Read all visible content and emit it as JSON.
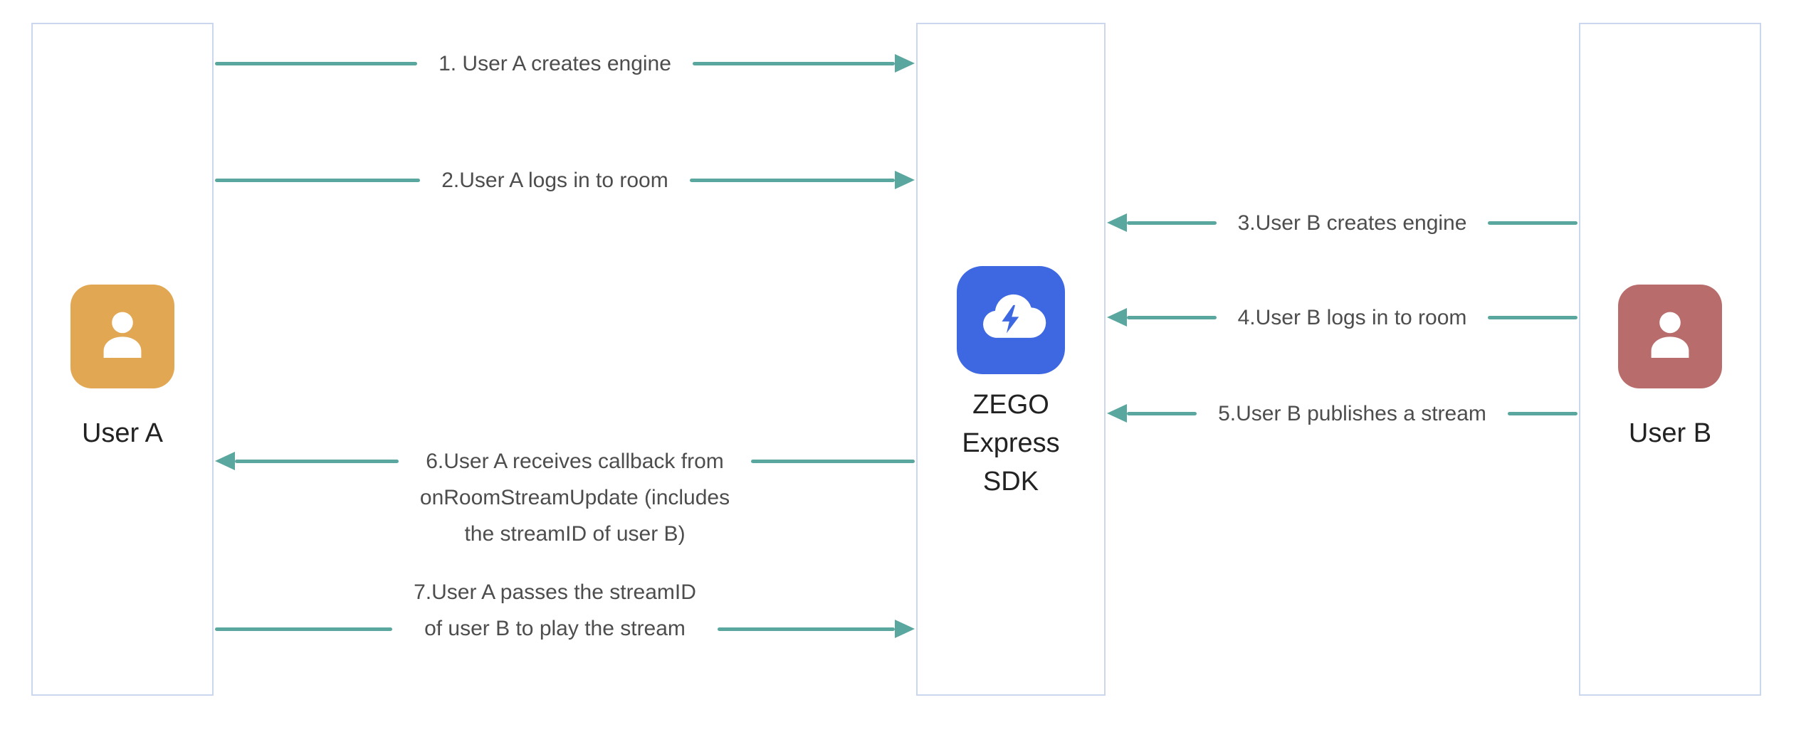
{
  "diagram": {
    "lanes": {
      "user_a": {
        "label": "User A"
      },
      "sdk": {
        "label": "ZEGO\nExpress\nSDK"
      },
      "user_b": {
        "label": "User B"
      }
    },
    "arrows": [
      {
        "label": "1. User A creates engine"
      },
      {
        "label": "2.User A logs in to room"
      },
      {
        "label": "3.User B creates engine"
      },
      {
        "label": "4.User B logs in to room"
      },
      {
        "label": "5.User B publishes a stream"
      },
      {
        "label": "6.User A receives callback from\nonRoomStreamUpdate (includes\nthe streamID of user B)"
      },
      {
        "label": "7.User A passes the streamID\nof user B to play the stream"
      }
    ],
    "colors": {
      "arrow": "#5AA79F",
      "lane_border": "#CBD7EF",
      "user_a": "#E2A752",
      "user_b": "#B96C6C",
      "sdk_icon": "#3E68E2",
      "label_text": "#4D4D4D",
      "lane_label_text": "#222222"
    }
  }
}
